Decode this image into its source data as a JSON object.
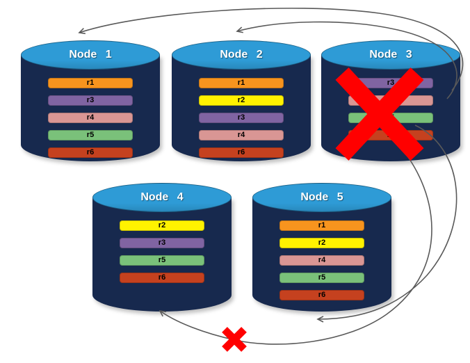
{
  "colors": {
    "cylinder_body": "#17294E",
    "cylinder_top": "#2E9BD6",
    "arrow": "#595959",
    "failure_x": "#FF0000",
    "replica_colors": {
      "r1": "#F7941E",
      "r2": "#FFF200",
      "r3": "#8064A2",
      "r4": "#D99694",
      "r5": "#7AC17A",
      "r6": "#C5411F"
    }
  },
  "nodes": [
    {
      "id": "node-1",
      "label": "Node 1",
      "failed": false,
      "replicas": [
        "r1",
        "r3",
        "r4",
        "r5",
        "r6"
      ]
    },
    {
      "id": "node-2",
      "label": "Node 2",
      "failed": false,
      "replicas": [
        "r1",
        "r2",
        "r3",
        "r4",
        "r6"
      ]
    },
    {
      "id": "node-3",
      "label": "Node 3",
      "failed": true,
      "replicas": [
        "r3",
        "r4",
        "r5",
        "r6"
      ]
    },
    {
      "id": "node-4",
      "label": "Node 4",
      "failed": false,
      "replicas": [
        "r2",
        "r3",
        "r5",
        "r6"
      ]
    },
    {
      "id": "node-5",
      "label": "Node 5",
      "failed": false,
      "replicas": [
        "r1",
        "r2",
        "r4",
        "r5",
        "r6"
      ]
    }
  ]
}
